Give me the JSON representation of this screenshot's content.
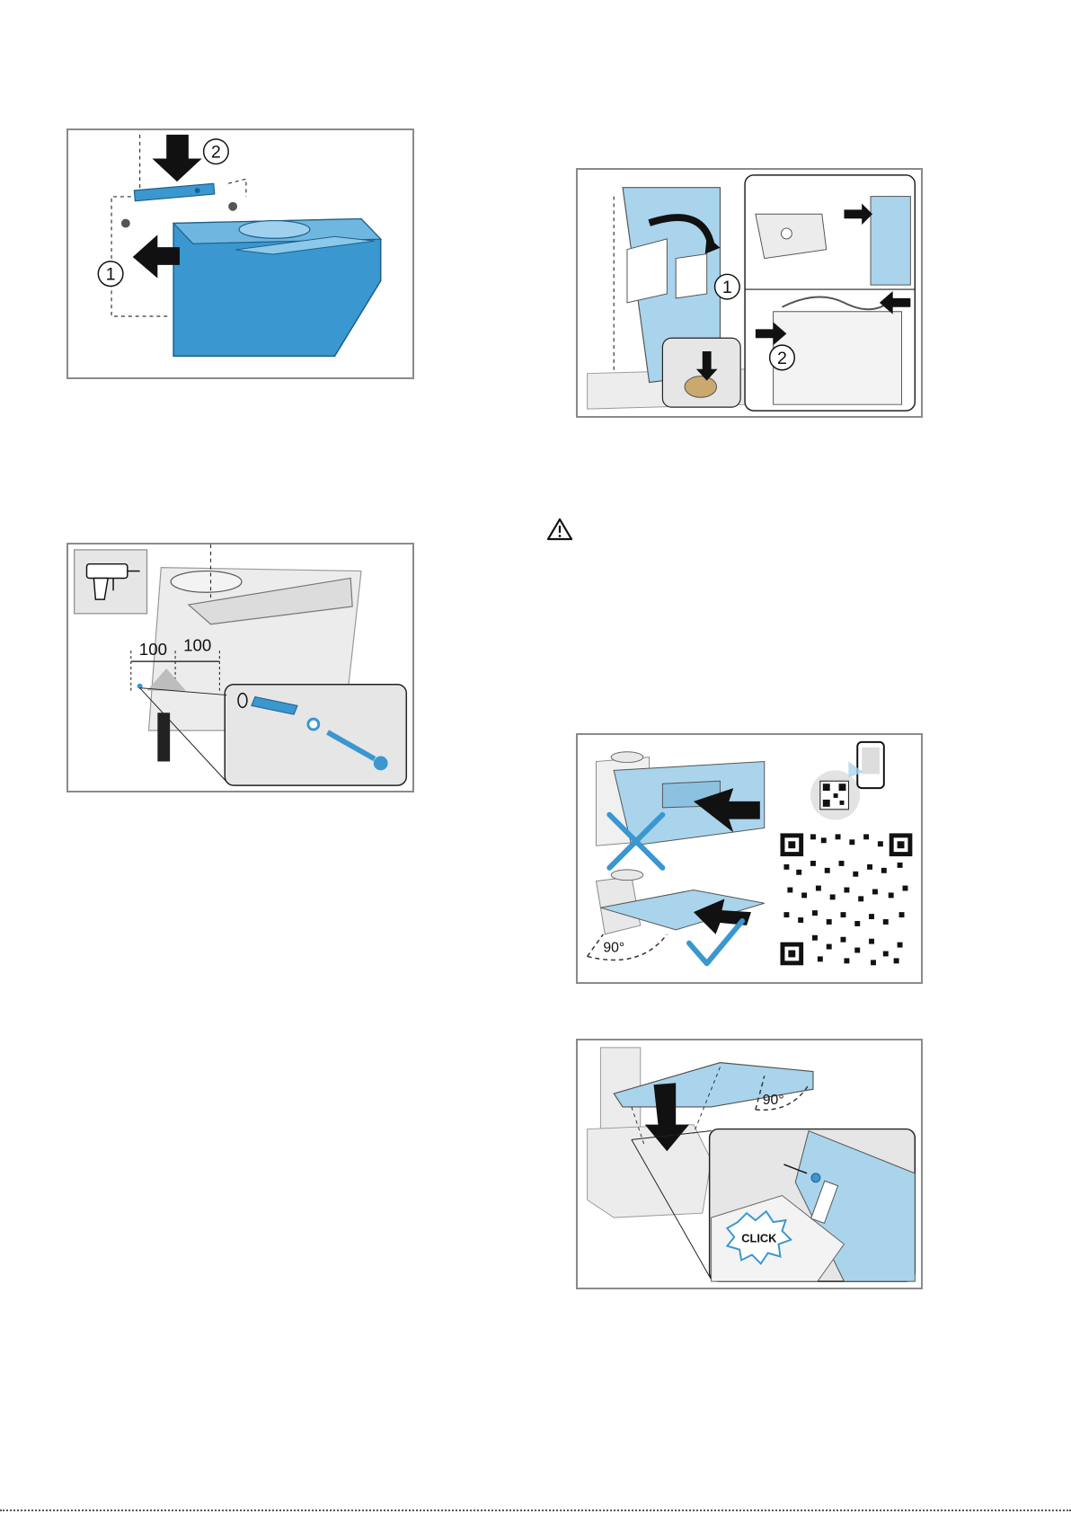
{
  "figures": {
    "fig1": {
      "callouts": [
        "1",
        "2"
      ]
    },
    "fig2": {
      "dimensions": [
        "100",
        "100"
      ]
    },
    "fig3": {
      "callouts": [
        "1",
        "2"
      ]
    },
    "fig4": {
      "angle": "90°"
    },
    "fig5": {
      "angle": "90°",
      "click": "CLICK"
    }
  },
  "icons": [
    "warning-icon",
    "drill-icon",
    "phone-icon",
    "qr-code-icon",
    "check-icon",
    "cross-icon",
    "arrow-icon"
  ],
  "colors": {
    "blue": "#3a97cf",
    "light_blue": "#a9d4ec",
    "grey": "#e6e6e6",
    "frame": "#8a8a8a"
  }
}
